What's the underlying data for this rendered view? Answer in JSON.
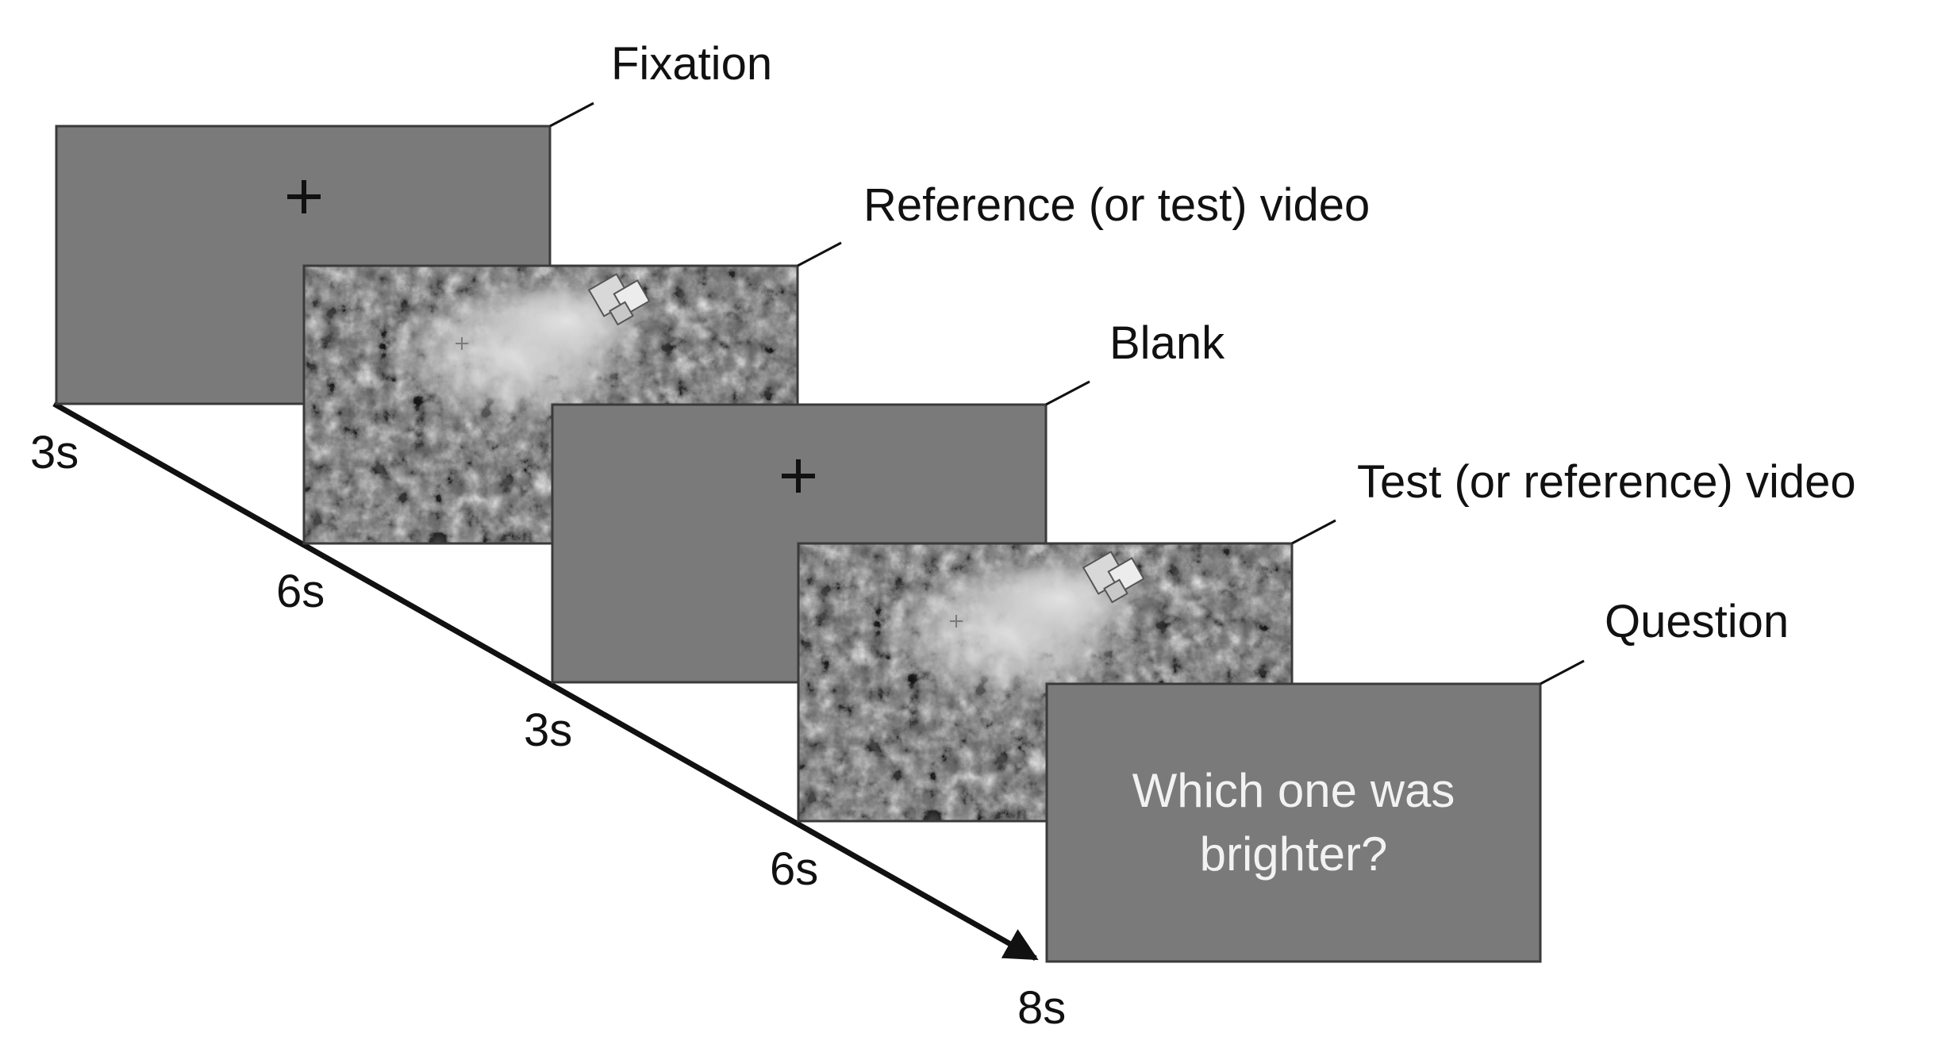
{
  "colors": {
    "screen_gray": "#7a7a7a",
    "screen_border": "#3a3a3a",
    "text": "#111111",
    "question_text": "#f2f2f2",
    "cross": "#111111"
  },
  "screens": [
    {
      "label": "Fixation",
      "content": "fixation-cross"
    },
    {
      "label": "Reference (or test) video",
      "content": "aerial-video-frame"
    },
    {
      "label": "Blank",
      "content": "fixation-cross"
    },
    {
      "label": "Test (or reference) video",
      "content": "aerial-video-frame"
    },
    {
      "label": "Question",
      "content": "question"
    }
  ],
  "question": {
    "line1": "Which one was",
    "line2": "brighter?"
  },
  "timeline": {
    "ticks": [
      "3s",
      "6s",
      "3s",
      "6s",
      "8s"
    ]
  },
  "icons": {
    "fixation": "plus-sign",
    "video_center": "small-plus-sign",
    "timeline_end": "arrowhead"
  }
}
